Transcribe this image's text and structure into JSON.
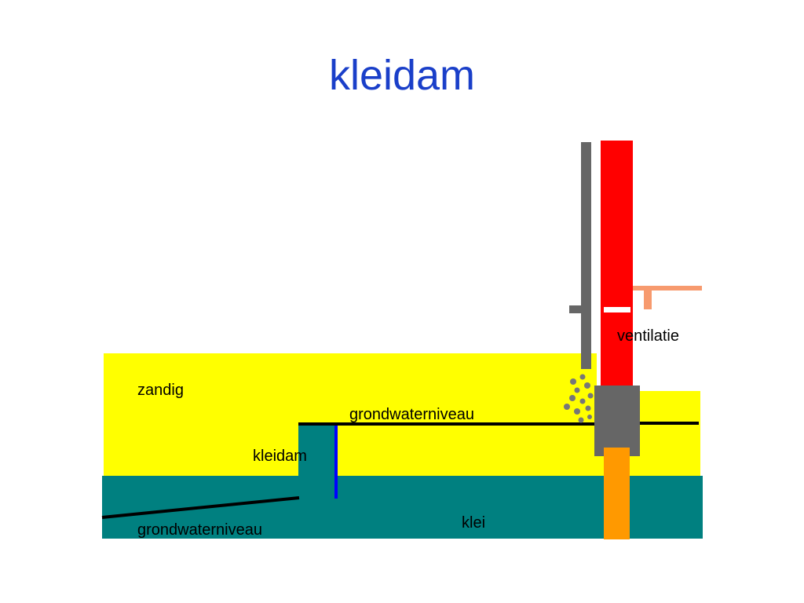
{
  "title": "kleidam",
  "labels": {
    "zandig": "zandig",
    "grondwaterniveau_upper": "grondwaterniveau",
    "kleidam": "kleidam",
    "grondwaterniveau_lower": "grondwaterniveau",
    "klei": "klei",
    "ventilatie": "ventilatie"
  },
  "colors": {
    "title": "#1a3fc9",
    "sand": "#ffff00",
    "clay": "#008080",
    "wall": "#ff0000",
    "pipe": "#666666",
    "foundation": "#666666",
    "pile": "#ff9900",
    "beam": "#f79a6e",
    "water_line": "#000000",
    "barrier": "#0000ff",
    "gravel": "#777777"
  }
}
